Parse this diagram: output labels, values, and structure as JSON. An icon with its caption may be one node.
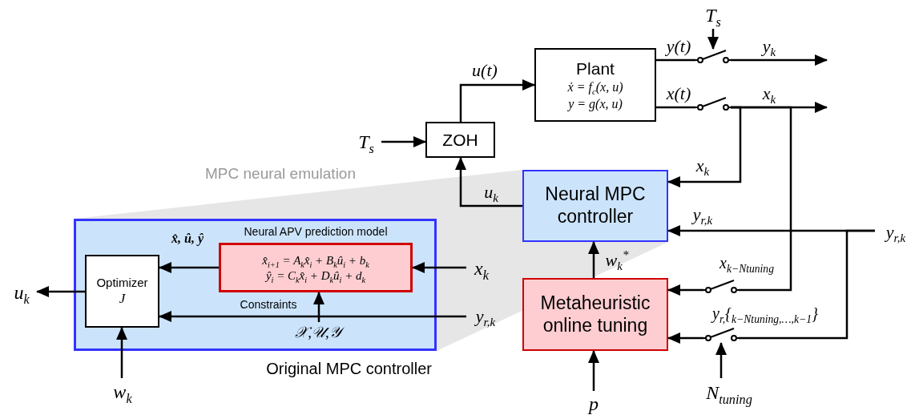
{
  "diagram": {
    "nodes": [
      {
        "text": [
          "Plant",
          "ẋ = f$_{c}$(x, u)",
          "y = g(x, u)"
        ]
      },
      {
        "text": [
          "ZOH"
        ]
      },
      {
        "text": [
          "T$_{s}$"
        ]
      },
      {
        "text": [
          "T$_{s}$"
        ]
      },
      {
        "text": [],
        "shape": "switch"
      },
      {
        "text": [],
        "shape": "switch"
      },
      {
        "text": [
          "Neural MPC controller"
        ]
      },
      {
        "text": [
          "Metaheuristic online tuning"
        ]
      },
      {
        "text": [],
        "shape": "switch"
      },
      {
        "text": [],
        "shape": "switch"
      },
      {
        "text": [
          "y$_{r,k}$"
        ]
      },
      {
        "text": [
          "p"
        ]
      },
      {
        "text": [
          "N$_{tuning}$"
        ]
      },
      {
        "text": [
          "Original MPC controller"
        ]
      },
      {
        "text": [
          "Optimizer",
          "J"
        ],
        "in": 13
      },
      {
        "text": [
          "Neural APV prediction model",
          "x̂$_{i+1}$ = A$_{k}$x̂$_{i}$ + B$_{k}$û$_{i}$ + b$_{k}$",
          "ŷ$_{i}$ = C$_{k}$x̂$_{i}$ + D$_{k}$û$_{i}$ + d$_{k}$"
        ],
        "in": 13
      },
      {
        "text": [
          "u$_{k}$"
        ]
      },
      {
        "text": [
          "w$_{k}$"
        ]
      },
      {
        "text": [
          "x$_{k}$"
        ]
      },
      {
        "text": [
          "y$_{r,k}$"
        ]
      },
      {
        "text": [
          "𝒳,𝒰,𝒴"
        ],
        "in": 13
      }
    ],
    "edges": [
      {
        "from": 1,
        "to": 0,
        "arrow": "to",
        "label": "u(t)"
      },
      {
        "from": 3,
        "to": 1,
        "arrow": "to"
      },
      {
        "from": 0,
        "to": 4,
        "arrow": "none",
        "label": "y(t)"
      },
      {
        "from": 4,
        "to": null,
        "arrow": "to",
        "label": "y$_{k}$"
      },
      {
        "from": 2,
        "to": 4,
        "arrow": "to"
      },
      {
        "from": 0,
        "to": 5,
        "arrow": "none",
        "label": "x(t)"
      },
      {
        "from": 5,
        "to": null,
        "arrow": "to",
        "label": "x$_{k}$"
      },
      {
        "from": 5,
        "to": 6,
        "arrow": "to",
        "label": "x$_{k}$"
      },
      {
        "from": 5,
        "to": 8,
        "arrow": "none"
      },
      {
        "from": 6,
        "to": 1,
        "arrow": "to",
        "label": "u$_{k}$"
      },
      {
        "from": 10,
        "to": 6,
        "arrow": "to",
        "label": "y$_{r,k}$"
      },
      {
        "from": 10,
        "to": 9,
        "arrow": "none"
      },
      {
        "from": 8,
        "to": 7,
        "arrow": "to",
        "label": "x$_{k−Ntuning}$"
      },
      {
        "from": 9,
        "to": 7,
        "arrow": "to",
        "label": "y$_{r,}${$_{k−Ntuning,…,k−1}$}"
      },
      {
        "from": 7,
        "to": 6,
        "arrow": "to",
        "label": "w$_{k}$$^{*}$"
      },
      {
        "from": 11,
        "to": 7,
        "arrow": "to"
      },
      {
        "from": 12,
        "to": 9,
        "arrow": "to"
      },
      {
        "from": 14,
        "to": 16,
        "arrow": "to"
      },
      {
        "from": 17,
        "to": 14,
        "arrow": "to"
      },
      {
        "from": 18,
        "to": 15,
        "arrow": "to"
      },
      {
        "from": 15,
        "to": 14,
        "arrow": "to",
        "label": "x̂, û, ŷ"
      },
      {
        "from": 19,
        "to": 14,
        "arrow": "to"
      },
      {
        "from": 20,
        "to": 15,
        "arrow": "to"
      }
    ],
    "labels": [
      "MPC neural emulation",
      "Constraints"
    ]
  }
}
